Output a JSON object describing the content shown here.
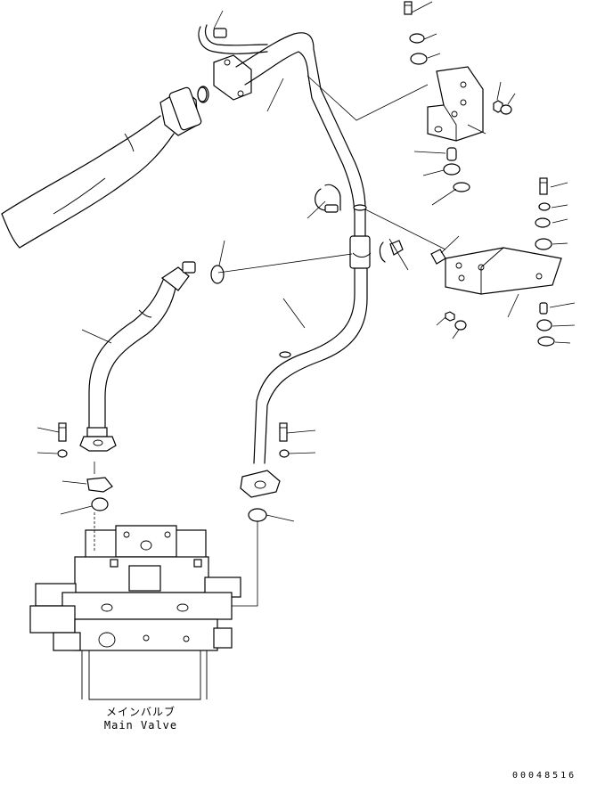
{
  "diagram": {
    "component_label_jp": "メインバルブ",
    "component_label_en": "Main Valve",
    "figure_number": "00048516"
  }
}
